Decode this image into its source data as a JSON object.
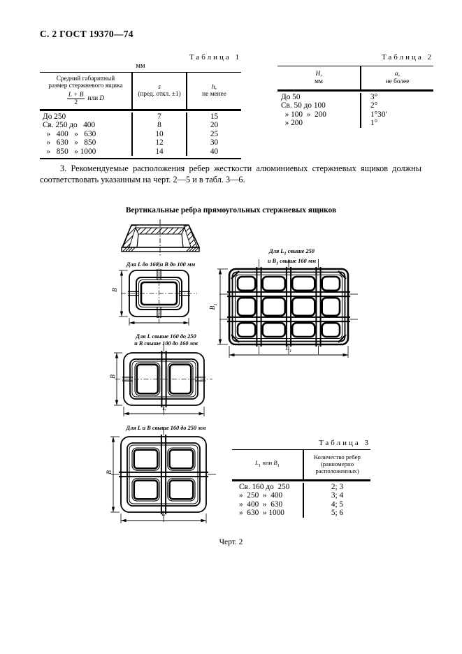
{
  "page": {
    "header": "С. 2 ГОСТ 19370—74",
    "caption": "Черт. 2"
  },
  "paragraph": "3. Рекомендуемые расположения ребер жесткости алюминиевых стержневых ящиков должны соответствовать указанным на черт. 2—5 и в табл. 3—6.",
  "table1": {
    "label": "Таблица 1",
    "unit": "мм",
    "h1a": "Средний габаритный",
    "h1b": "размер стержневого ящика",
    "frac_num": "L + B",
    "frac_den": "2",
    "suf_word": "или",
    "suf_var": "D",
    "h2_var": "s",
    "h2b": "(пред. откл. ±1)",
    "h3_var": "h",
    "h3_comma": ",",
    "h3b": "не менее",
    "rows": [
      [
        "До 250",
        "7",
        "15"
      ],
      [
        "Св. 250 до   400",
        "8",
        "20"
      ],
      [
        "  »   400   »   630",
        "10",
        "25"
      ],
      [
        "  »   630   »   850",
        "12",
        "30"
      ],
      [
        "  »   850   » 1000",
        "14",
        "40"
      ]
    ]
  },
  "table2": {
    "label": "Таблица 2",
    "h1_var": "Н",
    "h1_comma": ",",
    "h1b": "мм",
    "h2_var": "α",
    "h2_comma": ",",
    "h2b": "не более",
    "rows": [
      [
        "До 50",
        "3°"
      ],
      [
        "Св. 50 до 100",
        "2°"
      ],
      [
        "  » 100  »  200",
        "1°30′"
      ],
      [
        "  » 200",
        "1°"
      ]
    ]
  },
  "table3": {
    "label": "Таблица 3",
    "h1_v1": "L",
    "h1_s1": "1",
    "h1_mid": " или ",
    "h1_v2": "B",
    "h1_s2": "1",
    "h2a": "Количество ребер",
    "h2b": "(равномерно",
    "h2c": "расположенных)",
    "rows": [
      [
        "Св. 160 до  250",
        "2; 3"
      ],
      [
        "»  250  »  400",
        "3; 4"
      ],
      [
        "»  400  »  630",
        "4; 5"
      ],
      [
        "»  630  » 1000",
        "5; 6"
      ]
    ]
  },
  "figures": {
    "heading": "Вертикальные ребра прямоугольных стержневых ящиков",
    "label1": "Для L до 160 и В до 100 мм",
    "label2_l1_pre": "Для L",
    "label2_l1_sub": "1",
    "label2_l1_post": " свыше 250",
    "label2_l2_pre": "и В",
    "label2_l2_sub": "1",
    "label2_l2_post": " свыше 160 мм",
    "label3_l1": "Для L свыше 160 до 250",
    "label3_l2": "и В свыше 100 до 160 мм",
    "label4": "Для L и В свыше 160 до 250 мм",
    "dim_B": "B",
    "dim_L": "L",
    "dim_B1_var": "B",
    "dim_B1_sub": "1",
    "dim_L1_var": "L",
    "dim_L1_sub": "1"
  }
}
